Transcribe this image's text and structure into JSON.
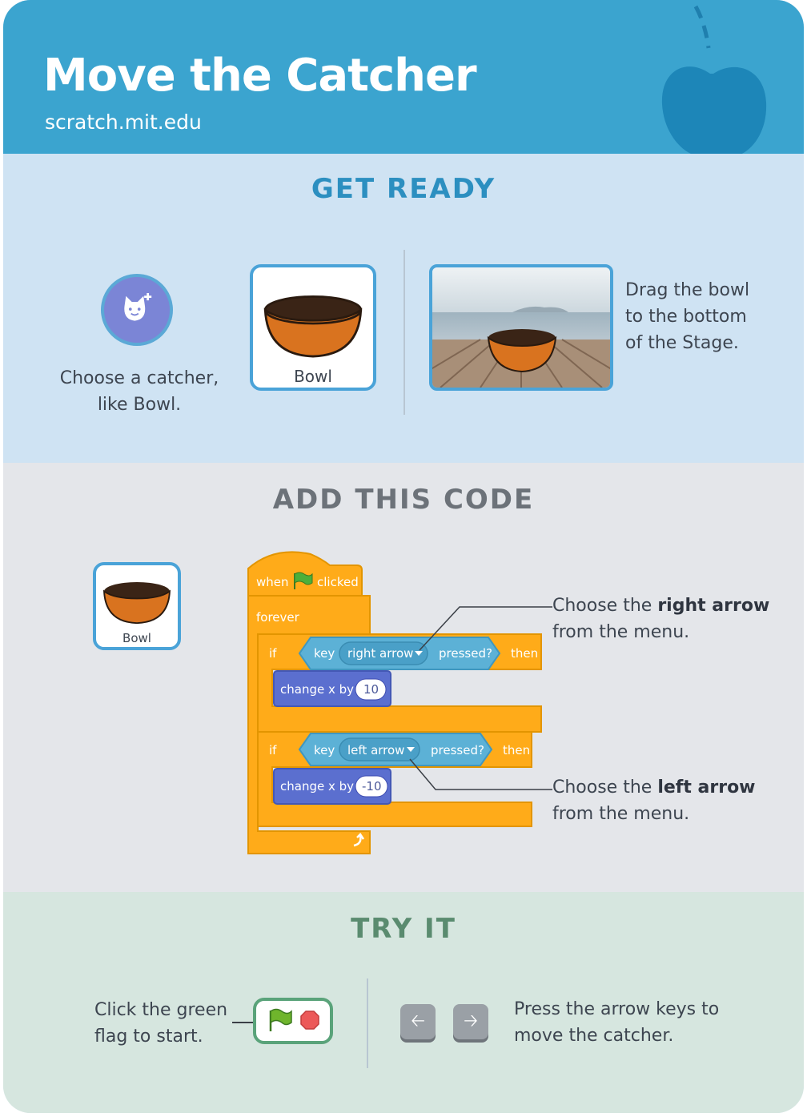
{
  "header": {
    "title": "Move the Catcher",
    "url": "scratch.mit.edu"
  },
  "colors": {
    "header": "#3ba4cf",
    "get_ready": "#cfe3f3",
    "add_code": "#e4e6ea",
    "try_it": "#d6e6df",
    "event_block": "#ffbf00",
    "sensing_block": "#5cb1d6",
    "motion_block": "#4c97ff"
  },
  "get_ready": {
    "heading": "GET READY",
    "step1_text_line1": "Choose a catcher,",
    "step1_text_line2": "like Bowl.",
    "sprite_tile_label": "Bowl",
    "step2_text_line1": "Drag the bowl",
    "step2_text_line2": "to the bottom",
    "step2_text_line3": "of the Stage.",
    "icons": [
      "choose-sprite-icon",
      "bowl-icon"
    ]
  },
  "add_code": {
    "heading": "ADD THIS CODE",
    "sprite_label": "Bowl",
    "blocks": {
      "hat_when": "when",
      "hat_clicked": "clicked",
      "forever": "forever",
      "if1": "if",
      "key1": "key",
      "key1_option": "right arrow",
      "pressed1": "pressed?",
      "then1": "then",
      "change1": "change x by",
      "change1_value": "10",
      "if2": "if",
      "key2": "key",
      "key2_option": "left arrow",
      "pressed2": "pressed?",
      "then2": "then",
      "change2": "change x by",
      "change2_value": "-10"
    },
    "callout_right": {
      "prefix": "Choose the ",
      "bold": "right arrow",
      "line2": "from the menu."
    },
    "callout_left": {
      "prefix": "Choose the ",
      "bold": "left arrow",
      "line2": "from the menu."
    }
  },
  "try_it": {
    "heading": "TRY IT",
    "step1_line1": "Click the green",
    "step1_line2": "flag to start.",
    "step2_line1": "Press the arrow keys to",
    "step2_line2": "move the catcher.",
    "icons": [
      "green-flag-icon",
      "stop-icon",
      "left-arrow-key-icon",
      "right-arrow-key-icon"
    ]
  }
}
